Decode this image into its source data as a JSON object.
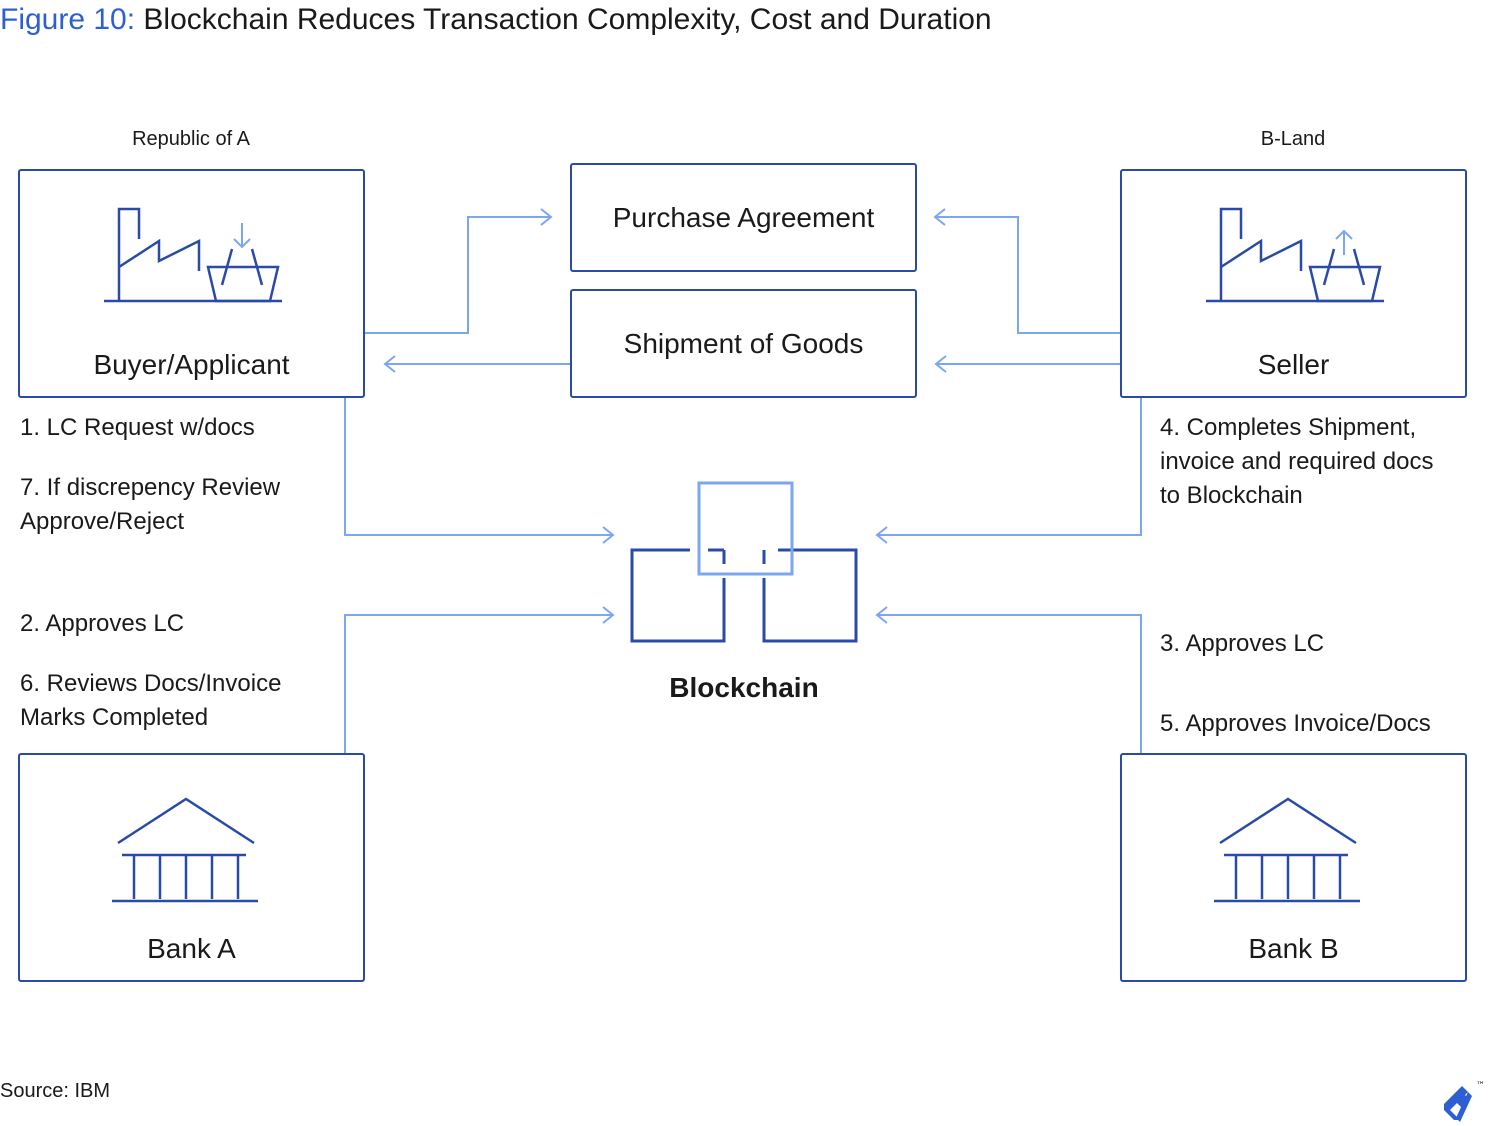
{
  "title": {
    "figure_label": "Figure 10:",
    "text": "Blockchain Reduces Transaction Complexity, Cost and Duration"
  },
  "regions": {
    "left": "Republic of A",
    "right": "B-Land"
  },
  "nodes": {
    "buyer": "Buyer/Applicant",
    "seller": "Seller",
    "bank_a": "Bank A",
    "bank_b": "Bank B",
    "purchase_agreement": "Purchase Agreement",
    "shipment": "Shipment of Goods",
    "blockchain": "Blockchain"
  },
  "steps": {
    "s1": "1. LC Request w/docs",
    "s7_line1": "7. If discrepency Review",
    "s7_line2": "Approve/Reject",
    "s2": "2. Approves LC",
    "s6_line1": "6. Reviews Docs/Invoice",
    "s6_line2": "Marks Completed",
    "s4_line1": "4. Completes Shipment,",
    "s4_line2": "invoice and required docs",
    "s4_line3": "to Blockchain",
    "s3": "3. Approves LC",
    "s5": "5. Approves Invoice/Docs"
  },
  "source": "Source:  IBM",
  "icons": {
    "buyer": "factory-basket-down-icon",
    "seller": "factory-basket-up-icon",
    "bank_a": "bank-icon",
    "bank_b": "bank-icon",
    "blockchain": "chain-blocks-icon",
    "logo": "toptal-logo"
  },
  "colors": {
    "accent": "#2d5fd3",
    "box_border": "#2a4aa8",
    "arrow": "#7aa7ef",
    "icon_dark": "#2a4aa8",
    "icon_light": "#7aa7ef"
  }
}
